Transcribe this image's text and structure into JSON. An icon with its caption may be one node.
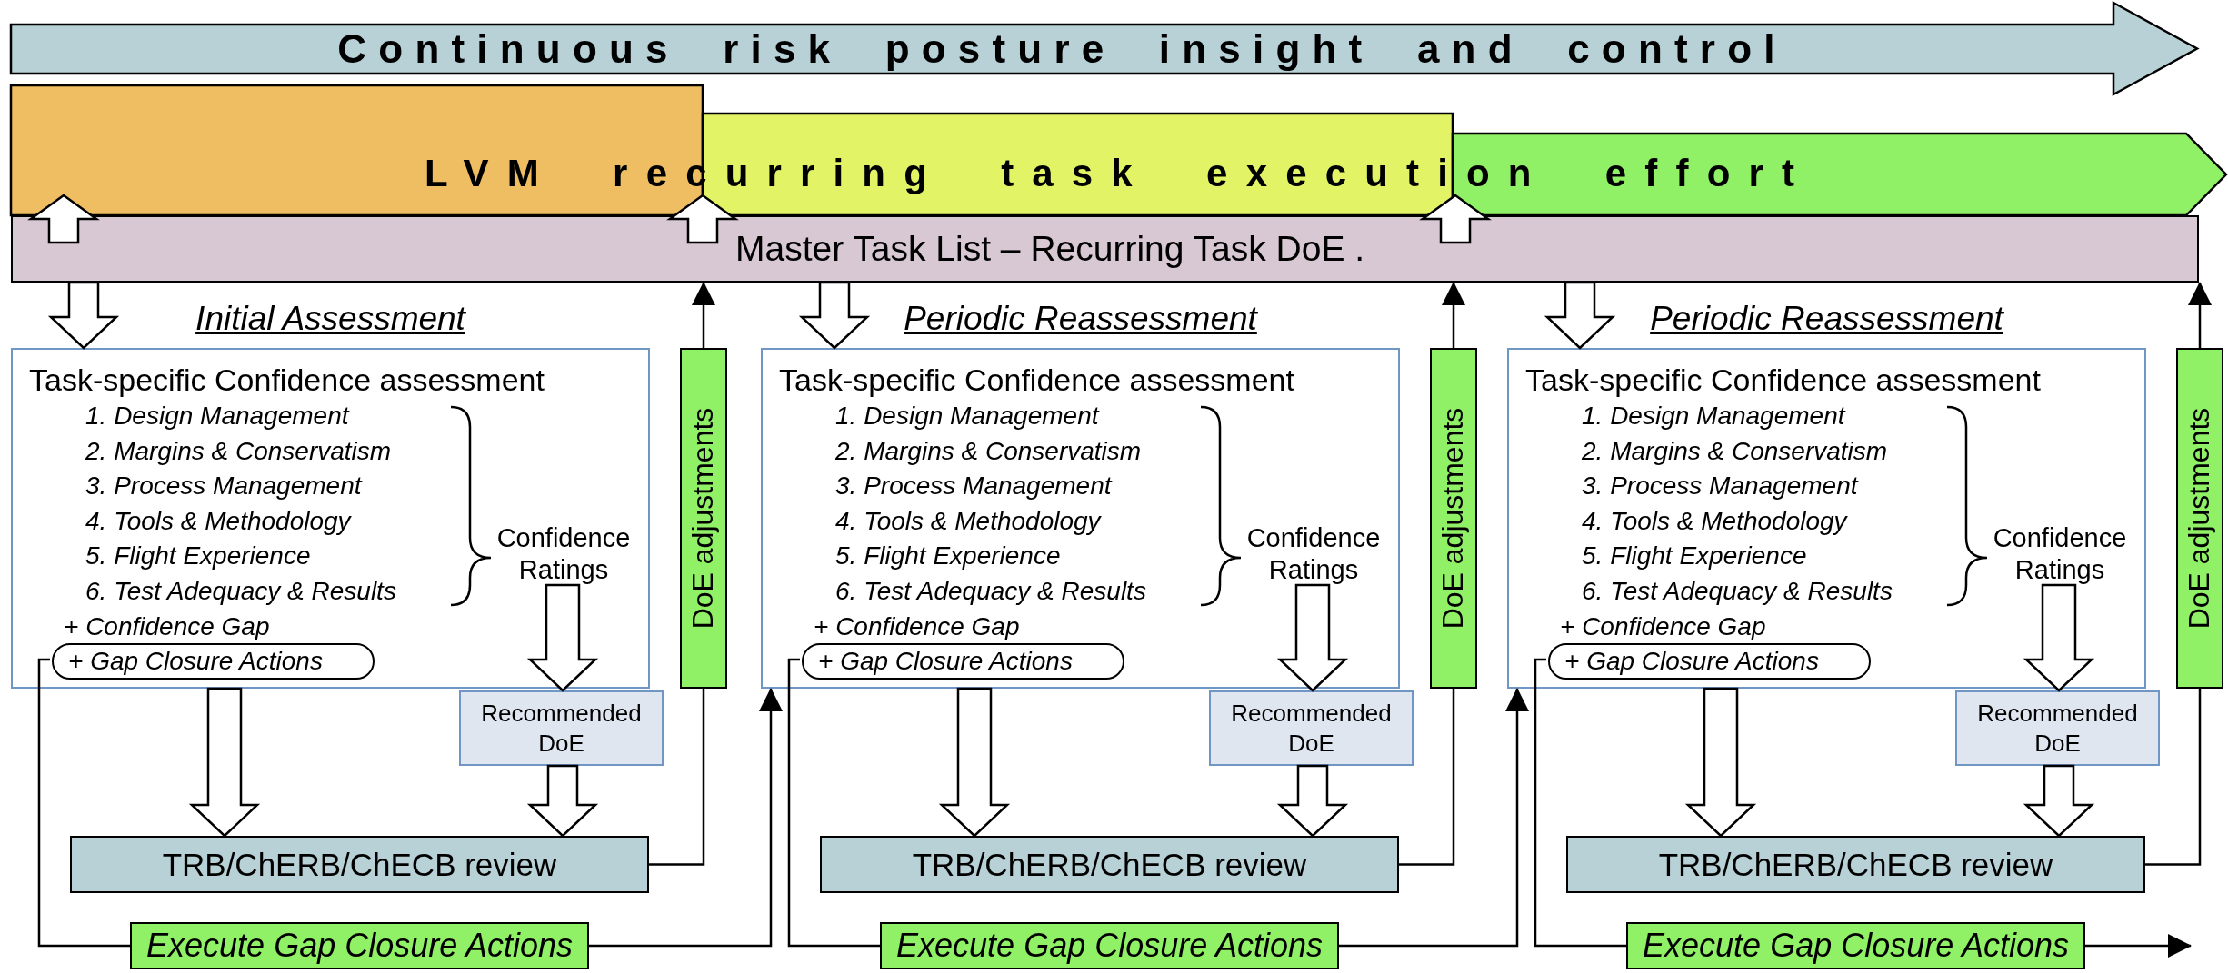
{
  "diagram": {
    "nodes": [
      {
        "text": [
          "Continuous risk posture insight and control"
        ]
      },
      {
        "text": [
          "LVM recurring task execution effort"
        ]
      },
      {
        "text": [
          "Master Task List – Recurring Task DoE ."
        ]
      },
      {
        "text": [
          "Initial Assessment",
          "Task-specific Confidence assessment",
          "1. Design Management",
          "2. Margins & Conservatism",
          "3. Process Management",
          "4. Tools & Methodology",
          "5. Flight Experience",
          "6. Test Adequacy & Results",
          "+ Confidence Gap"
        ]
      },
      {
        "text": [
          "Confidence Ratings"
        ],
        "in": 3
      },
      {
        "text": [
          "+ Gap Closure Actions"
        ],
        "in": 3
      },
      {
        "text": [
          "Recommended DoE"
        ]
      },
      {
        "text": [
          "DoE adjustments"
        ]
      },
      {
        "text": [
          "TRB/ChERB/ChECB review"
        ]
      },
      {
        "text": [
          "Execute Gap Closure Actions"
        ]
      },
      {
        "text": [
          "Periodic Reassessment",
          "Task-specific Confidence assessment",
          "1. Design Management",
          "2. Margins & Conservatism",
          "3. Process Management",
          "4. Tools & Methodology",
          "5. Flight Experience",
          "6. Test Adequacy & Results",
          "+ Confidence Gap"
        ]
      },
      {
        "text": [
          "Confidence Ratings"
        ],
        "in": 10
      },
      {
        "text": [
          "+ Gap Closure Actions"
        ],
        "in": 10
      },
      {
        "text": [
          "Recommended DoE"
        ]
      },
      {
        "text": [
          "DoE adjustments"
        ]
      },
      {
        "text": [
          "TRB/ChERB/ChECB review"
        ]
      },
      {
        "text": [
          "Execute Gap Closure Actions"
        ]
      },
      {
        "text": [
          "Periodic Reassessment",
          "Task-specific Confidence assessment",
          "1. Design Management",
          "2. Margins & Conservatism",
          "3. Process Management",
          "4. Tools & Methodology",
          "5. Flight Experience",
          "6. Test Adequacy & Results",
          "+ Confidence Gap"
        ]
      },
      {
        "text": [
          "Confidence Ratings"
        ],
        "in": 17
      },
      {
        "text": [
          "+ Gap Closure Actions"
        ],
        "in": 17
      },
      {
        "text": [
          "Recommended DoE"
        ]
      },
      {
        "text": [
          "DoE adjustments"
        ]
      },
      {
        "text": [
          "TRB/ChERB/ChECB review"
        ]
      },
      {
        "text": [
          "Execute Gap Closure Actions"
        ]
      }
    ],
    "edges": [
      {
        "from": 2,
        "to": 1,
        "arrow": "to",
        "style": "thick"
      },
      {
        "from": 2,
        "to": 1,
        "arrow": "to",
        "style": "thick"
      },
      {
        "from": 2,
        "to": 1,
        "arrow": "to",
        "style": "thick"
      },
      {
        "from": 2,
        "to": 3,
        "arrow": "to",
        "style": "thick"
      },
      {
        "from": 2,
        "to": 10,
        "arrow": "to",
        "style": "thick"
      },
      {
        "from": 2,
        "to": 17,
        "arrow": "to",
        "style": "thick"
      },
      {
        "from": 3,
        "to": 8,
        "arrow": "to",
        "style": "thick"
      },
      {
        "from": 4,
        "to": 6,
        "arrow": "to",
        "style": "thick"
      },
      {
        "from": 6,
        "to": 8,
        "arrow": "to",
        "style": "thick"
      },
      {
        "from": 8,
        "to": 7,
        "arrow": "none"
      },
      {
        "from": 7,
        "to": 2,
        "arrow": "to"
      },
      {
        "from": 5,
        "to": 9,
        "arrow": "none"
      },
      {
        "from": 9,
        "to": 10,
        "arrow": "to"
      },
      {
        "from": 10,
        "to": 15,
        "arrow": "to",
        "style": "thick"
      },
      {
        "from": 11,
        "to": 13,
        "arrow": "to",
        "style": "thick"
      },
      {
        "from": 13,
        "to": 15,
        "arrow": "to",
        "style": "thick"
      },
      {
        "from": 15,
        "to": 14,
        "arrow": "none"
      },
      {
        "from": 14,
        "to": 2,
        "arrow": "to"
      },
      {
        "from": 12,
        "to": 16,
        "arrow": "none"
      },
      {
        "from": 16,
        "to": 17,
        "arrow": "to"
      },
      {
        "from": 17,
        "to": 22,
        "arrow": "to",
        "style": "thick"
      },
      {
        "from": 18,
        "to": 20,
        "arrow": "to",
        "style": "thick"
      },
      {
        "from": 20,
        "to": 22,
        "arrow": "to",
        "style": "thick"
      },
      {
        "from": 22,
        "to": 21,
        "arrow": "none"
      },
      {
        "from": 21,
        "to": 2,
        "arrow": "to"
      },
      {
        "from": 19,
        "to": 23,
        "arrow": "none"
      },
      {
        "from": 23,
        "to": null,
        "arrow": "to"
      }
    ]
  }
}
